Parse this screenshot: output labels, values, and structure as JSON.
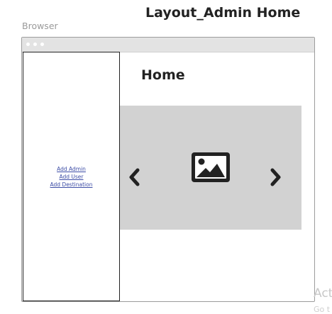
{
  "page": {
    "title": "Layout_Admin Home"
  },
  "browser": {
    "label": "Browser"
  },
  "sidebar": {
    "links": [
      {
        "label": "Add Admin"
      },
      {
        "label": "Add User"
      },
      {
        "label": "Add Destination"
      }
    ]
  },
  "content": {
    "title": "Home"
  },
  "carousel": {
    "prev_icon": "chevron-left-icon",
    "next_icon": "chevron-right-icon",
    "image_icon": "image-icon"
  },
  "watermark": {
    "line1": "Act",
    "line2": "Go t"
  },
  "colors": {
    "link": "#3d4da6",
    "carousel_bg": "#d2d2d2",
    "titlebar_bg": "#e3e3e3",
    "icon": "#222222"
  }
}
